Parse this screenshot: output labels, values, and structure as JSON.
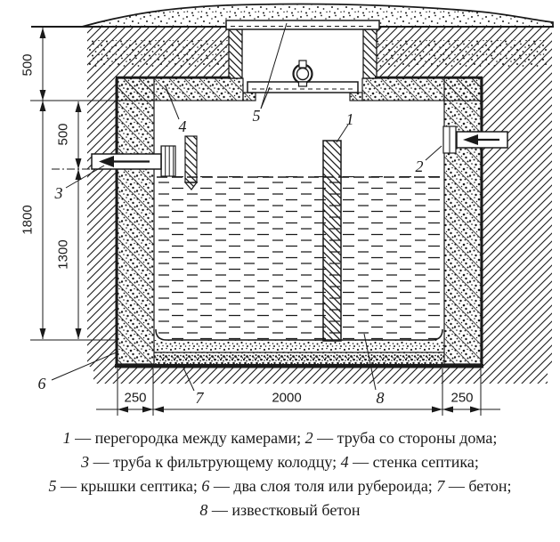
{
  "colors": {
    "ink": "#1a1a1a",
    "paper": "#ffffff"
  },
  "diagram": {
    "dimensions": {
      "depth_top": "500",
      "total_depth": "1800",
      "inlet_drop": "500",
      "water_depth": "1300",
      "wall_left": "250",
      "inner_width": "2000",
      "wall_right": "250"
    },
    "callouts": {
      "partition": "1",
      "house_pipe": "2",
      "filter_well_pipe": "3",
      "septic_wall": "4",
      "covers": "5",
      "tar_layers": "6",
      "concrete": "7",
      "lime_concrete": "8"
    }
  },
  "legend": [
    [
      {
        "n": "1",
        "t": " — перегородка между камерами; "
      },
      {
        "n": "2",
        "t": " — труба со стороны дома;"
      }
    ],
    [
      {
        "n": "3",
        "t": " — труба к фильтрующему колодцу; "
      },
      {
        "n": "4",
        "t": " — стенка септика;"
      }
    ],
    [
      {
        "n": "5",
        "t": " — крышки септика; "
      },
      {
        "n": "6",
        "t": " — два слоя толя или рубероида; "
      },
      {
        "n": "7",
        "t": " — бетон;"
      }
    ],
    [
      {
        "n": "8",
        "t": " — известковый бетон"
      }
    ]
  ]
}
